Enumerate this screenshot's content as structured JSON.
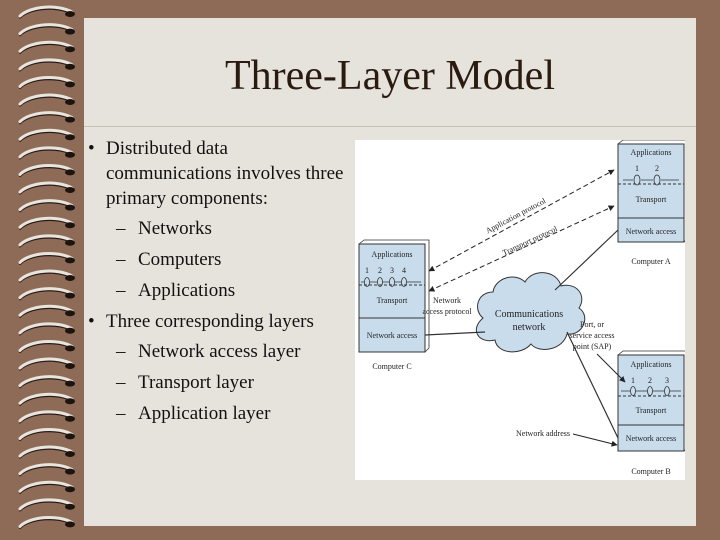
{
  "slide": {
    "title": "Three-Layer Model",
    "bullets": [
      {
        "text": "Distributed data communications involves three primary components:",
        "sub": [
          "Networks",
          "Computers",
          "Applications"
        ]
      },
      {
        "text": "Three corresponding layers",
        "sub": [
          "Network access layer",
          "Transport layer",
          "Application layer"
        ]
      }
    ]
  },
  "diagram": {
    "computer_a": {
      "label": "Computer A",
      "applications": "Applications",
      "ports": [
        "1",
        "2"
      ],
      "transport": "Transport",
      "network_access": "Network access"
    },
    "computer_b": {
      "label": "Computer B",
      "applications": "Applications",
      "ports": [
        "1",
        "2",
        "3"
      ],
      "transport": "Transport",
      "network_access": "Network access"
    },
    "computer_c": {
      "label": "Computer C",
      "applications": "Applications",
      "ports": [
        "1",
        "2",
        "3",
        "4"
      ],
      "transport": "Transport",
      "network_access": "Network access"
    },
    "cloud": {
      "line1": "Communications",
      "line2": "network"
    },
    "application_protocol": "Application protocol",
    "transport_protocol": "Transport protocol",
    "network_access_protocol": {
      "line1": "Network",
      "line2": "access protocol"
    },
    "sap": {
      "line1": "Port, or",
      "line2": "service access",
      "line3": "point (SAP)"
    },
    "network_address": "Network address"
  },
  "colors": {
    "frame": "#8d6b57",
    "slide": "#e6e2dc",
    "box_fill": "#c9dcec"
  }
}
